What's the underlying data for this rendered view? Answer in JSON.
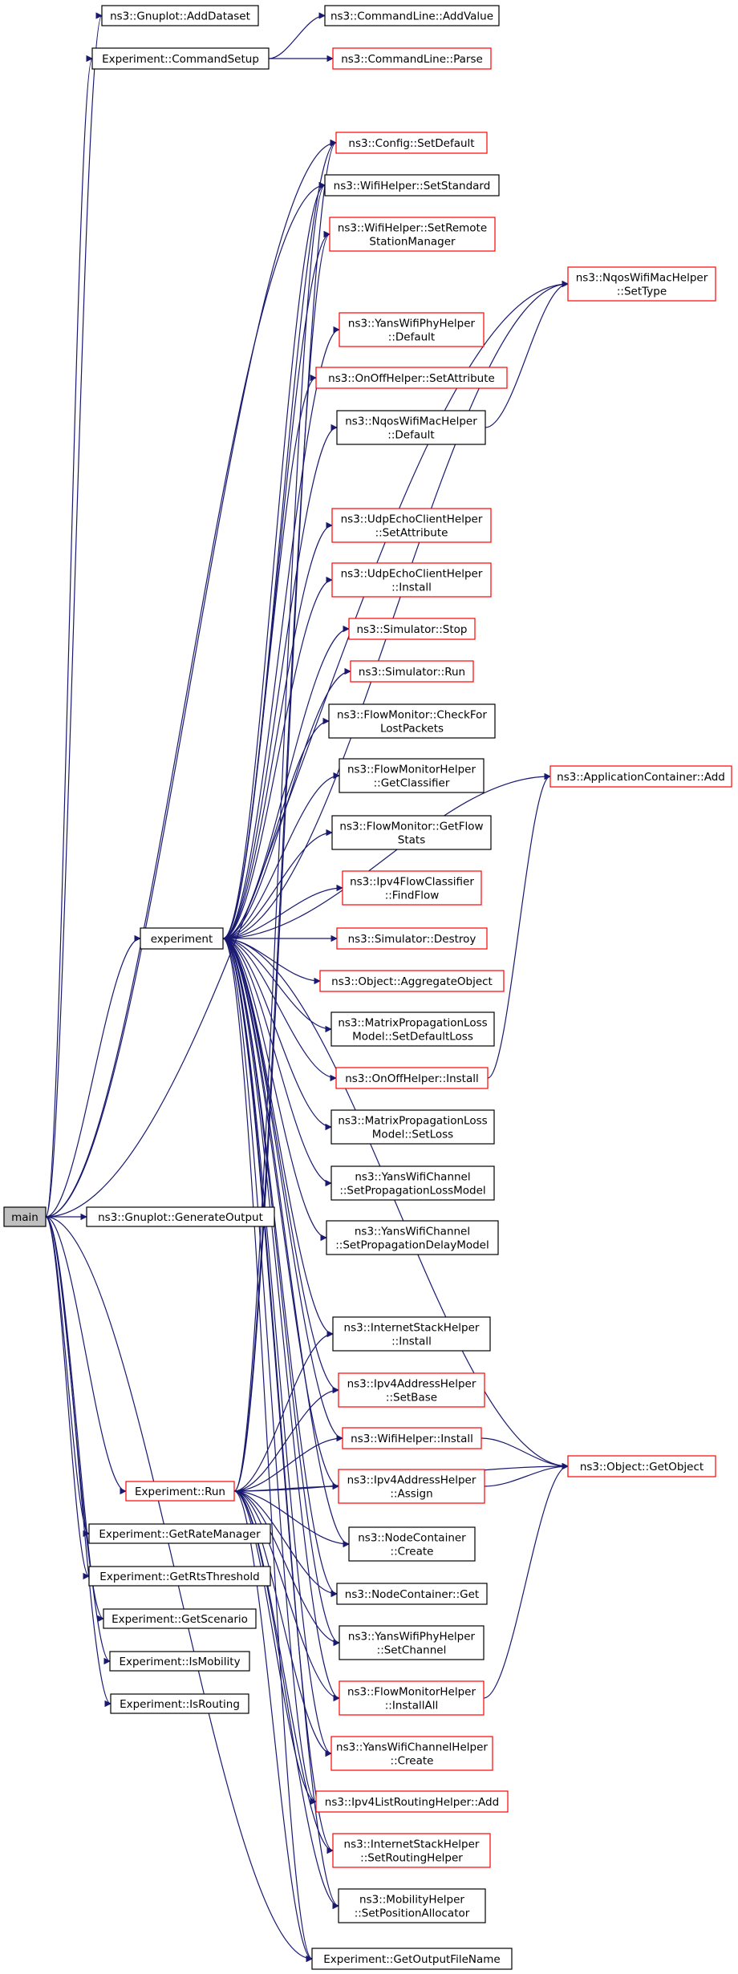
{
  "colors": {
    "edge": "#191970",
    "documented_border": "#000000",
    "undocumented_border": "#ff0000",
    "root_fill": "#bfbfbf",
    "node_fill": "#ffffff"
  },
  "nodes": [
    {
      "id": "main",
      "lines": [
        "main"
      ],
      "style": "root"
    },
    {
      "id": "gnuplot_adddataset",
      "lines": [
        "ns3::Gnuplot::AddDataset"
      ],
      "style": "black"
    },
    {
      "id": "exp_commandsetup",
      "lines": [
        "Experiment::CommandSetup"
      ],
      "style": "black"
    },
    {
      "id": "cmd_addvalue",
      "lines": [
        "ns3::CommandLine::AddValue"
      ],
      "style": "black"
    },
    {
      "id": "cmd_parse",
      "lines": [
        "ns3::CommandLine::Parse"
      ],
      "style": "red"
    },
    {
      "id": "config_setdefault",
      "lines": [
        "ns3::Config::SetDefault"
      ],
      "style": "red"
    },
    {
      "id": "wifi_setstandard",
      "lines": [
        "ns3::WifiHelper::SetStandard"
      ],
      "style": "black"
    },
    {
      "id": "wifi_setremote",
      "lines": [
        "ns3::WifiHelper::SetRemote",
        "StationManager"
      ],
      "style": "red"
    },
    {
      "id": "nqos_settype",
      "lines": [
        "ns3::NqosWifiMacHelper",
        "::SetType"
      ],
      "style": "red"
    },
    {
      "id": "yansphy_default",
      "lines": [
        "ns3::YansWifiPhyHelper",
        "::Default"
      ],
      "style": "red"
    },
    {
      "id": "onoff_setattr",
      "lines": [
        "ns3::OnOffHelper::SetAttribute"
      ],
      "style": "red"
    },
    {
      "id": "nqos_default",
      "lines": [
        "ns3::NqosWifiMacHelper",
        "::Default"
      ],
      "style": "black"
    },
    {
      "id": "udpecho_setattr",
      "lines": [
        "ns3::UdpEchoClientHelper",
        "::SetAttribute"
      ],
      "style": "red"
    },
    {
      "id": "udpecho_install",
      "lines": [
        "ns3::UdpEchoClientHelper",
        "::Install"
      ],
      "style": "red"
    },
    {
      "id": "sim_stop",
      "lines": [
        "ns3::Simulator::Stop"
      ],
      "style": "red"
    },
    {
      "id": "sim_run",
      "lines": [
        "ns3::Simulator::Run"
      ],
      "style": "red"
    },
    {
      "id": "fm_checklost",
      "lines": [
        "ns3::FlowMonitor::CheckFor",
        "LostPackets"
      ],
      "style": "black"
    },
    {
      "id": "fmh_getclassifier",
      "lines": [
        "ns3::FlowMonitorHelper",
        "::GetClassifier"
      ],
      "style": "black"
    },
    {
      "id": "appcontainer_add",
      "lines": [
        "ns3::ApplicationContainer::Add"
      ],
      "style": "red"
    },
    {
      "id": "fm_getflowstats",
      "lines": [
        "ns3::FlowMonitor::GetFlow",
        "Stats"
      ],
      "style": "black"
    },
    {
      "id": "ipv4fc_findflow",
      "lines": [
        "ns3::Ipv4FlowClassifier",
        "::FindFlow"
      ],
      "style": "red"
    },
    {
      "id": "experiment",
      "lines": [
        "experiment"
      ],
      "style": "black"
    },
    {
      "id": "sim_destroy",
      "lines": [
        "ns3::Simulator::Destroy"
      ],
      "style": "red"
    },
    {
      "id": "obj_aggregate",
      "lines": [
        "ns3::Object::AggregateObject"
      ],
      "style": "red"
    },
    {
      "id": "mpl_setdefaultloss",
      "lines": [
        "ns3::MatrixPropagationLoss",
        "Model::SetDefaultLoss"
      ],
      "style": "black"
    },
    {
      "id": "onoff_install",
      "lines": [
        "ns3::OnOffHelper::Install"
      ],
      "style": "red"
    },
    {
      "id": "mpl_setloss",
      "lines": [
        "ns3::MatrixPropagationLoss",
        "Model::SetLoss"
      ],
      "style": "black"
    },
    {
      "id": "ywc_setlossmodel",
      "lines": [
        "ns3::YansWifiChannel",
        "::SetPropagationLossModel"
      ],
      "style": "black"
    },
    {
      "id": "ywc_setdelaymodel",
      "lines": [
        "ns3::YansWifiChannel",
        "::SetPropagationDelayModel"
      ],
      "style": "black"
    },
    {
      "id": "gnuplot_genoutput",
      "lines": [
        "ns3::Gnuplot::GenerateOutput"
      ],
      "style": "black"
    },
    {
      "id": "ish_install",
      "lines": [
        "ns3::InternetStackHelper",
        "::Install"
      ],
      "style": "black"
    },
    {
      "id": "ipv4addr_setbase",
      "lines": [
        "ns3::Ipv4AddressHelper",
        "::SetBase"
      ],
      "style": "red"
    },
    {
      "id": "wifi_install",
      "lines": [
        "ns3::WifiHelper::Install"
      ],
      "style": "red"
    },
    {
      "id": "obj_getobject",
      "lines": [
        "ns3::Object::GetObject"
      ],
      "style": "red"
    },
    {
      "id": "exp_run",
      "lines": [
        "Experiment::Run"
      ],
      "style": "red"
    },
    {
      "id": "ipv4addr_assign",
      "lines": [
        "ns3::Ipv4AddressHelper",
        "::Assign"
      ],
      "style": "red"
    },
    {
      "id": "exp_getratemgr",
      "lines": [
        "Experiment::GetRateManager"
      ],
      "style": "black"
    },
    {
      "id": "nc_create",
      "lines": [
        "ns3::NodeContainer",
        "::Create"
      ],
      "style": "black"
    },
    {
      "id": "exp_getrts",
      "lines": [
        "Experiment::GetRtsThreshold"
      ],
      "style": "black"
    },
    {
      "id": "nc_get",
      "lines": [
        "ns3::NodeContainer::Get"
      ],
      "style": "black"
    },
    {
      "id": "exp_getscenario",
      "lines": [
        "Experiment::GetScenario"
      ],
      "style": "black"
    },
    {
      "id": "ywph_setchannel",
      "lines": [
        "ns3::YansWifiPhyHelper",
        "::SetChannel"
      ],
      "style": "black"
    },
    {
      "id": "exp_ismobility",
      "lines": [
        "Experiment::IsMobility"
      ],
      "style": "black"
    },
    {
      "id": "fmh_installall",
      "lines": [
        "ns3::FlowMonitorHelper",
        "::InstallAll"
      ],
      "style": "red"
    },
    {
      "id": "exp_isrouting",
      "lines": [
        "Experiment::IsRouting"
      ],
      "style": "black"
    },
    {
      "id": "ywch_create",
      "lines": [
        "ns3::YansWifiChannelHelper",
        "::Create"
      ],
      "style": "red"
    },
    {
      "id": "ipv4lr_add",
      "lines": [
        "ns3::Ipv4ListRoutingHelper::Add"
      ],
      "style": "red"
    },
    {
      "id": "ish_setrouting",
      "lines": [
        "ns3::InternetStackHelper",
        "::SetRoutingHelper"
      ],
      "style": "red"
    },
    {
      "id": "mh_setposalloc",
      "lines": [
        "ns3::MobilityHelper",
        "::SetPositionAllocator"
      ],
      "style": "black"
    },
    {
      "id": "exp_getoutputfile",
      "lines": [
        "Experiment::GetOutputFileName"
      ],
      "style": "black"
    }
  ],
  "edges": [
    [
      "main",
      "gnuplot_adddataset"
    ],
    [
      "main",
      "exp_commandsetup"
    ],
    [
      "main",
      "nqos_settype"
    ],
    [
      "main",
      "config_setdefault"
    ],
    [
      "main",
      "wifi_setstandard"
    ],
    [
      "main",
      "experiment"
    ],
    [
      "main",
      "gnuplot_genoutput"
    ],
    [
      "main",
      "exp_run"
    ],
    [
      "main",
      "exp_getratemgr"
    ],
    [
      "main",
      "exp_getrts"
    ],
    [
      "main",
      "exp_getscenario"
    ],
    [
      "main",
      "exp_ismobility"
    ],
    [
      "main",
      "exp_isrouting"
    ],
    [
      "main",
      "exp_getoutputfile"
    ],
    [
      "exp_commandsetup",
      "cmd_addvalue"
    ],
    [
      "exp_commandsetup",
      "cmd_parse"
    ],
    [
      "nqos_default",
      "nqos_settype"
    ],
    [
      "onoff_install",
      "appcontainer_add"
    ],
    [
      "experiment",
      "config_setdefault"
    ],
    [
      "experiment",
      "wifi_setstandard"
    ],
    [
      "experiment",
      "wifi_setremote"
    ],
    [
      "experiment",
      "nqos_settype"
    ],
    [
      "experiment",
      "yansphy_default"
    ],
    [
      "experiment",
      "onoff_setattr"
    ],
    [
      "experiment",
      "nqos_default"
    ],
    [
      "experiment",
      "appcontainer_add"
    ],
    [
      "experiment",
      "udpecho_setattr"
    ],
    [
      "experiment",
      "udpecho_install"
    ],
    [
      "experiment",
      "sim_stop"
    ],
    [
      "experiment",
      "sim_run"
    ],
    [
      "experiment",
      "fm_checklost"
    ],
    [
      "experiment",
      "fmh_getclassifier"
    ],
    [
      "experiment",
      "fm_getflowstats"
    ],
    [
      "experiment",
      "ipv4fc_findflow"
    ],
    [
      "experiment",
      "sim_destroy"
    ],
    [
      "experiment",
      "obj_aggregate"
    ],
    [
      "experiment",
      "mpl_setdefaultloss"
    ],
    [
      "experiment",
      "onoff_install"
    ],
    [
      "experiment",
      "mpl_setloss"
    ],
    [
      "experiment",
      "ywc_setlossmodel"
    ],
    [
      "experiment",
      "ywc_setdelaymodel"
    ],
    [
      "experiment",
      "obj_getobject"
    ],
    [
      "experiment",
      "ish_install"
    ],
    [
      "experiment",
      "ipv4addr_setbase"
    ],
    [
      "experiment",
      "wifi_install"
    ],
    [
      "experiment",
      "ipv4addr_assign"
    ],
    [
      "experiment",
      "nc_create"
    ],
    [
      "experiment",
      "nc_get"
    ],
    [
      "experiment",
      "ywph_setchannel"
    ],
    [
      "experiment",
      "fmh_installall"
    ],
    [
      "experiment",
      "ywch_create"
    ],
    [
      "experiment",
      "ipv4lr_add"
    ],
    [
      "experiment",
      "ish_setrouting"
    ],
    [
      "experiment",
      "mh_setposalloc"
    ],
    [
      "experiment",
      "exp_getoutputfile"
    ],
    [
      "exp_run",
      "ish_install"
    ],
    [
      "exp_run",
      "ipv4addr_setbase"
    ],
    [
      "exp_run",
      "wifi_install"
    ],
    [
      "exp_run",
      "ipv4addr_assign"
    ],
    [
      "exp_run",
      "obj_getobject"
    ],
    [
      "exp_run",
      "nc_create"
    ],
    [
      "exp_run",
      "nc_get"
    ],
    [
      "exp_run",
      "ywph_setchannel"
    ],
    [
      "exp_run",
      "fmh_installall"
    ],
    [
      "exp_run",
      "ywch_create"
    ],
    [
      "exp_run",
      "ipv4lr_add"
    ],
    [
      "exp_run",
      "ish_setrouting"
    ],
    [
      "exp_run",
      "mh_setposalloc"
    ],
    [
      "exp_run",
      "exp_getoutputfile"
    ],
    [
      "exp_run",
      "config_setdefault"
    ],
    [
      "exp_run",
      "wifi_setstandard"
    ],
    [
      "exp_run",
      "wifi_setremote"
    ],
    [
      "wifi_install",
      "obj_getobject"
    ],
    [
      "ipv4addr_assign",
      "obj_getobject"
    ],
    [
      "fmh_installall",
      "obj_getobject"
    ]
  ]
}
